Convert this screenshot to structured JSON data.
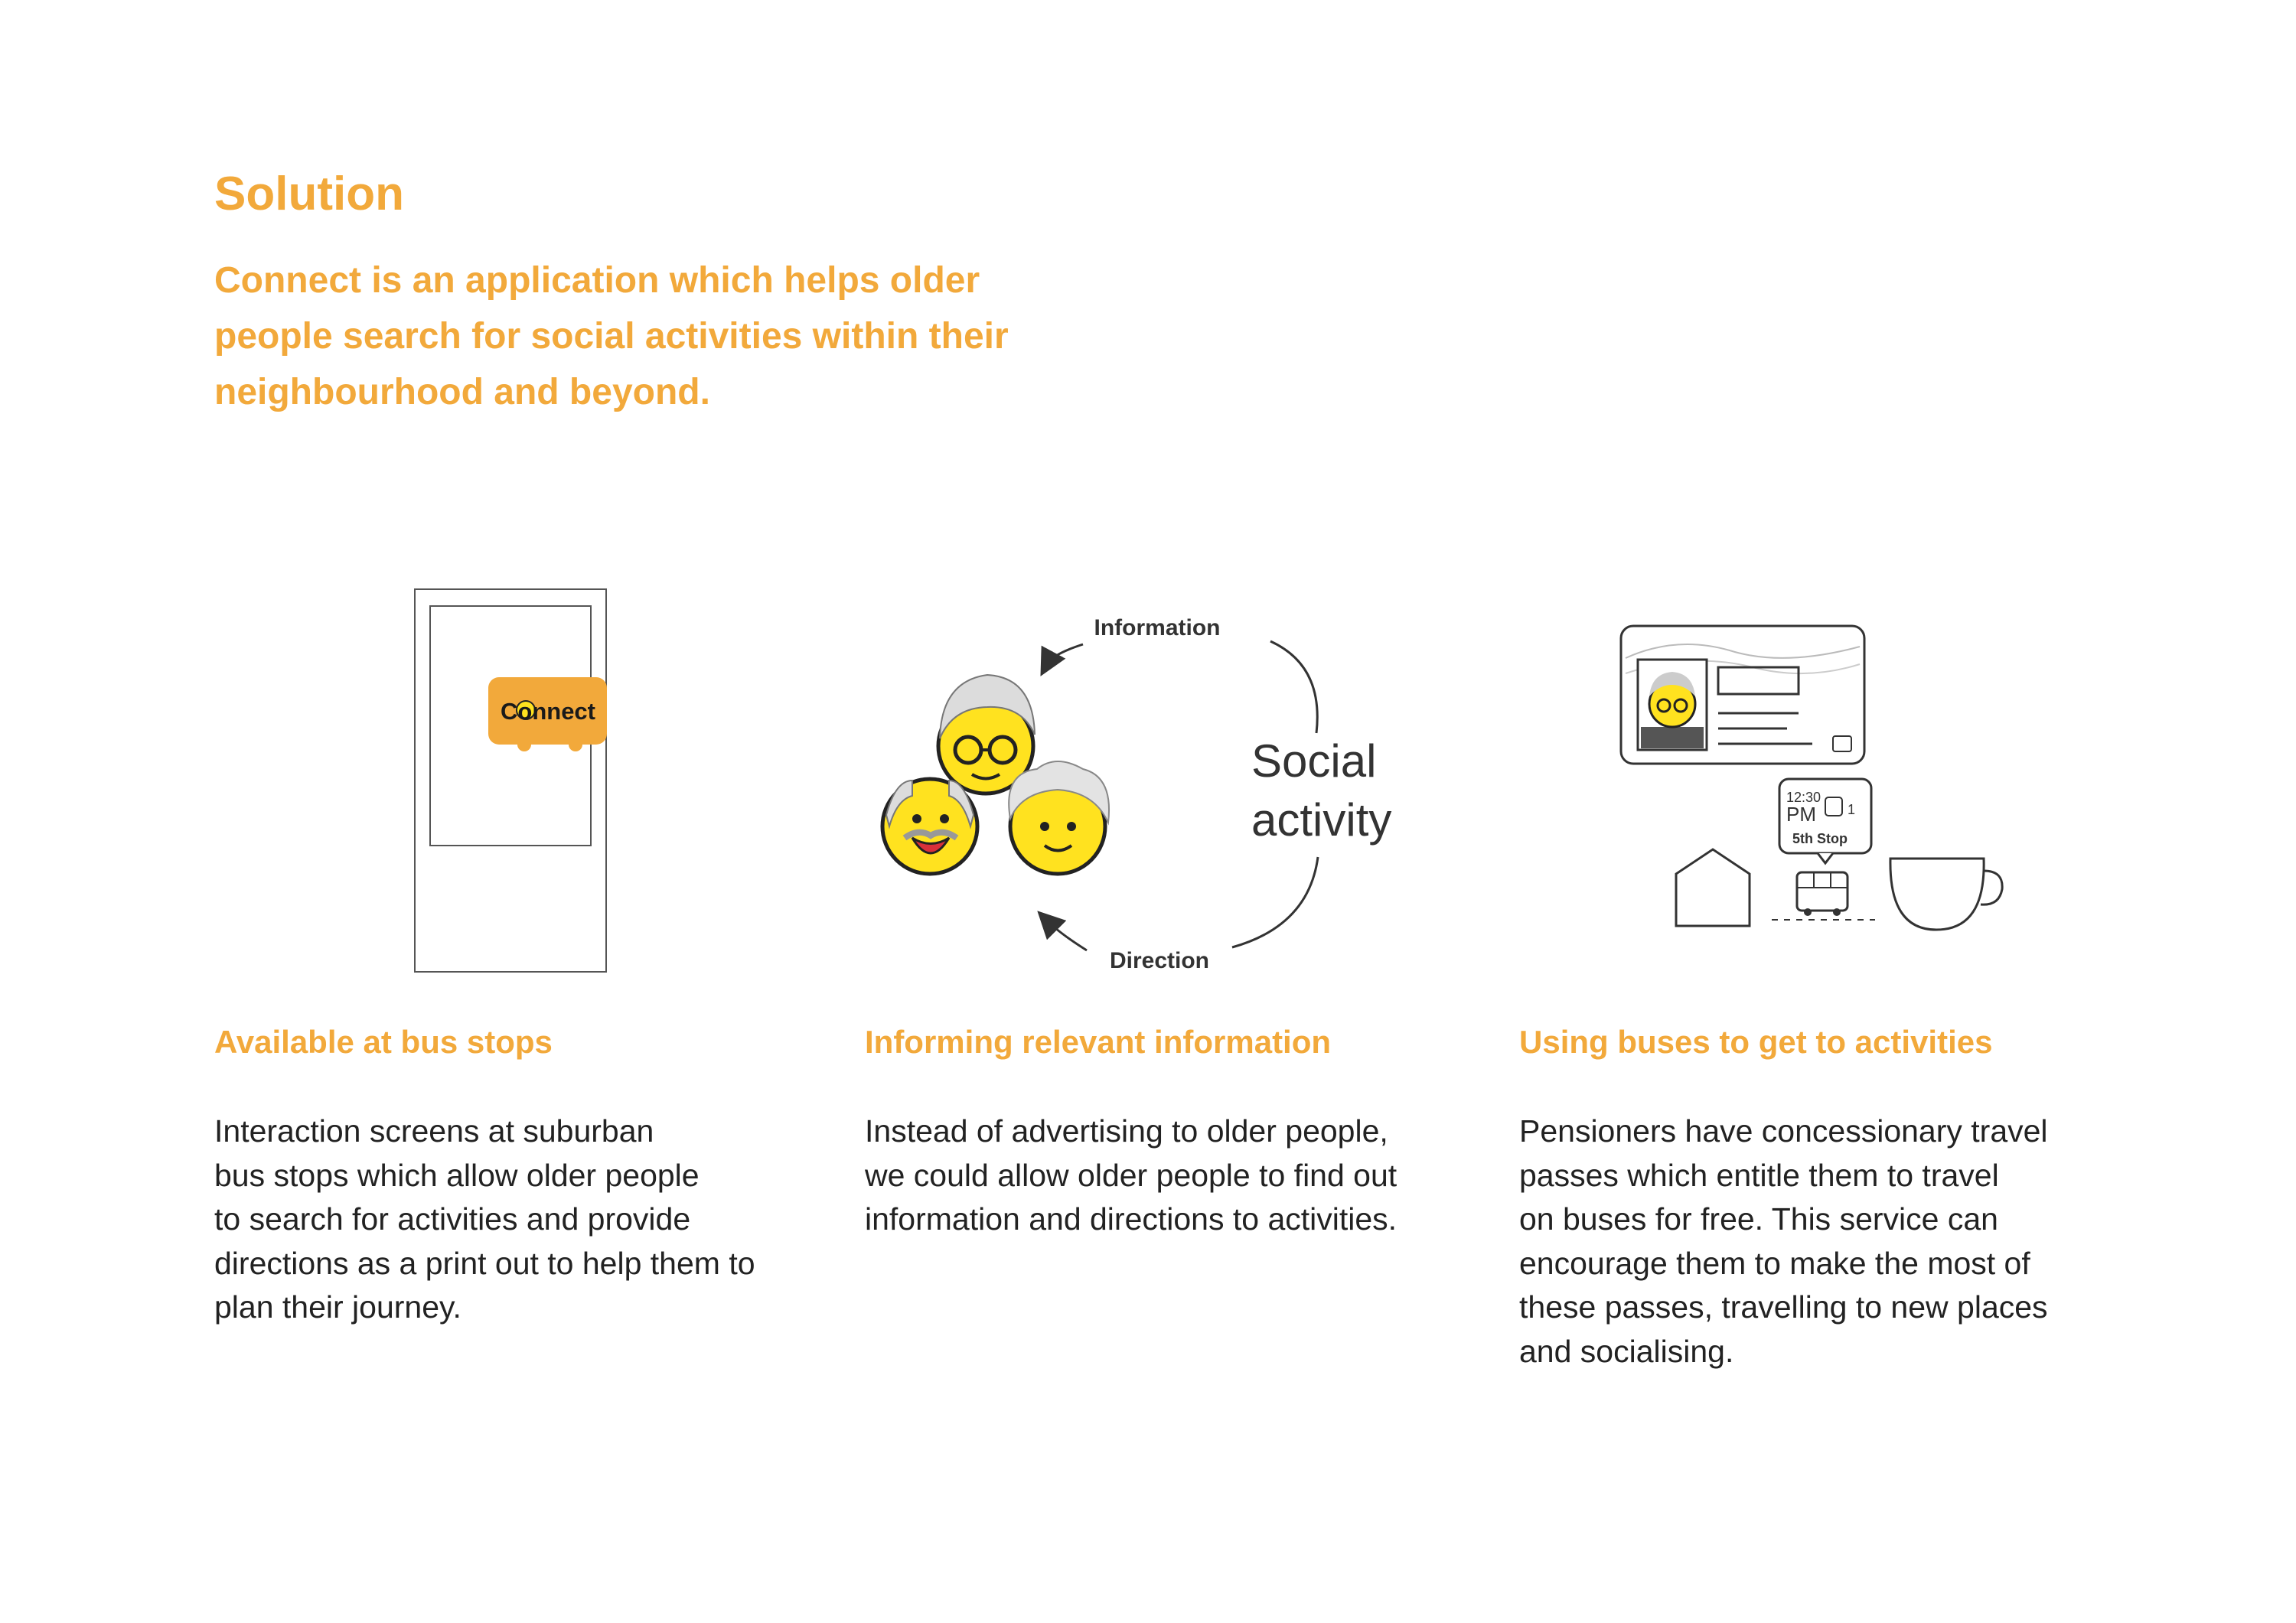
{
  "header": {
    "title": "Solution",
    "lead_lines": [
      "Connect is an application which helps older",
      "people search for social activities within their",
      "neighbourhood and beyond."
    ]
  },
  "illustrations": {
    "bus_stop": {
      "screen_label": "Connect"
    },
    "cycle": {
      "top_label": "Information",
      "bottom_label": "Direction",
      "center_line1": "Social",
      "center_line2": "activity"
    },
    "journey": {
      "time": "12:30",
      "ampm": "PM",
      "stop_count": "1",
      "stop_label": "5th Stop"
    }
  },
  "columns": [
    {
      "heading": "Available at bus stops",
      "body_lines": [
        "Interaction screens at suburban",
        "bus stops which allow older people",
        "to search for activities and provide",
        "directions as a print out to help them to",
        "plan their journey."
      ]
    },
    {
      "heading": "Informing relevant information",
      "body_lines": [
        "Instead of advertising to older people,",
        "we could allow older people to find out",
        "information and directions to activities."
      ]
    },
    {
      "heading": "Using buses to get to activities",
      "body_lines": [
        "Pensioners have concessionary travel",
        "passes which entitle them to travel",
        "on buses for free. This service can",
        "encourage them to make the most of",
        "these passes, travelling to new places",
        "and socialising."
      ]
    }
  ],
  "colors": {
    "accent": "#F2A93B",
    "face_yellow": "#FFE21F",
    "text": "#222222",
    "line": "#333333"
  }
}
